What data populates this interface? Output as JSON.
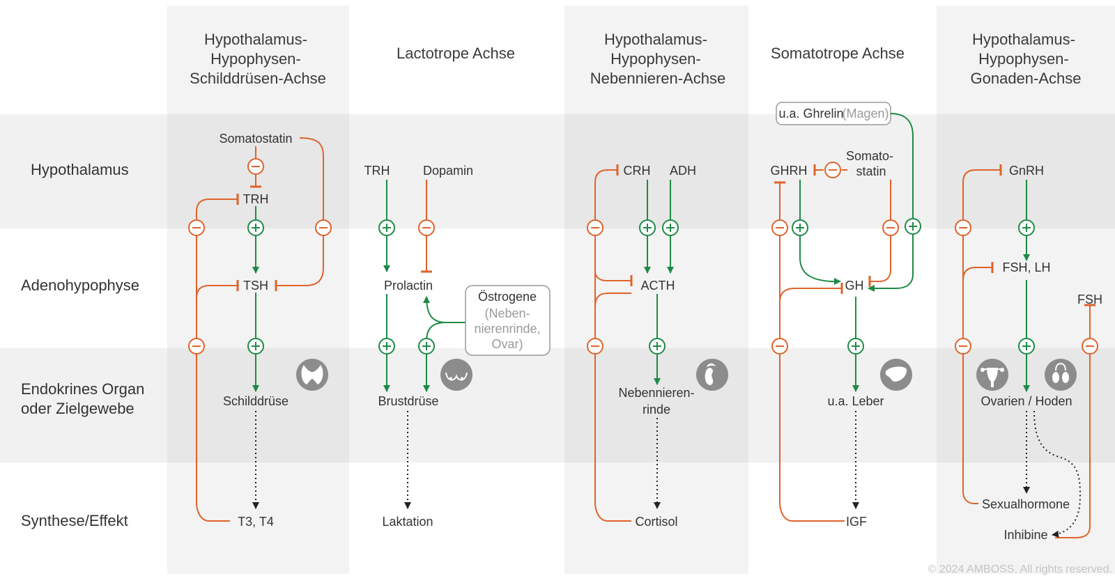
{
  "axes": [
    {
      "title_lines": [
        "Hypothalamus-",
        "Hypophysen-",
        "Schilddrüsen-Achse"
      ]
    },
    {
      "title_lines": [
        "Lactotrope Achse"
      ]
    },
    {
      "title_lines": [
        "Hypothalamus-",
        "Hypophysen-",
        "Nebennieren-Achse"
      ]
    },
    {
      "title_lines": [
        "Somatotrope Achse"
      ]
    },
    {
      "title_lines": [
        "Hypothalamus-",
        "Hypophysen-",
        "Gonaden-Achse"
      ]
    }
  ],
  "rows": {
    "hypothalamus": "Hypothalamus",
    "adenohypophyse": "Adenohypophyse",
    "endokrin_line1": "Endokrines Organ",
    "endokrin_line2": "oder Zielgewebe",
    "synthese": "Synthese/Effekt"
  },
  "thyroid": {
    "somatostatin": "Somatostatin",
    "trh": "TRH",
    "tsh": "TSH",
    "organ": "Schilddrüse",
    "effect": "T3, T4",
    "organ_icon": "thyroid-icon"
  },
  "lacto": {
    "trh": "TRH",
    "dopamin": "Dopamin",
    "prolactin": "Prolactin",
    "organ": "Brustdrüse",
    "effect": "Laktation",
    "organ_icon": "breast-icon",
    "oestrogen_title": "Östrogene",
    "oestrogen_sub": [
      "(Neben-",
      "nierenrinde,",
      "Ovar)"
    ]
  },
  "adrenal": {
    "crh": "CRH",
    "adh": "ADH",
    "acth": "ACTH",
    "organ_line1": "Nebennieren-",
    "organ_line2": "rinde",
    "effect": "Cortisol",
    "organ_icon": "adrenal-icon"
  },
  "somato": {
    "ghrelin": "u.a. Ghrelin",
    "ghrelin_source": "(Magen)",
    "ghrh": "GHRH",
    "somatostatin_line1": "Somato-",
    "somatostatin_line2": "statin",
    "gh": "GH",
    "organ": "u.a. Leber",
    "effect": "IGF",
    "organ_icon": "liver-icon"
  },
  "gonad": {
    "gnrh": "GnRH",
    "fsh_lh": "FSH, LH",
    "fsh": "FSH",
    "organ": "Ovarien / Hoden",
    "effect": "Sexualhormone",
    "inhibine": "Inhibine",
    "organ_icons": [
      "uterus-icon",
      "testes-icon"
    ]
  },
  "signs": {
    "plus": "+",
    "minus": "−"
  },
  "colors": {
    "inhibition": "#e0622a",
    "stimulation": "#1e8a46",
    "band": "#f0f1f0",
    "column": "#f2f3f2"
  },
  "copyright": "© 2024 AMBOSS. All rights reserved."
}
